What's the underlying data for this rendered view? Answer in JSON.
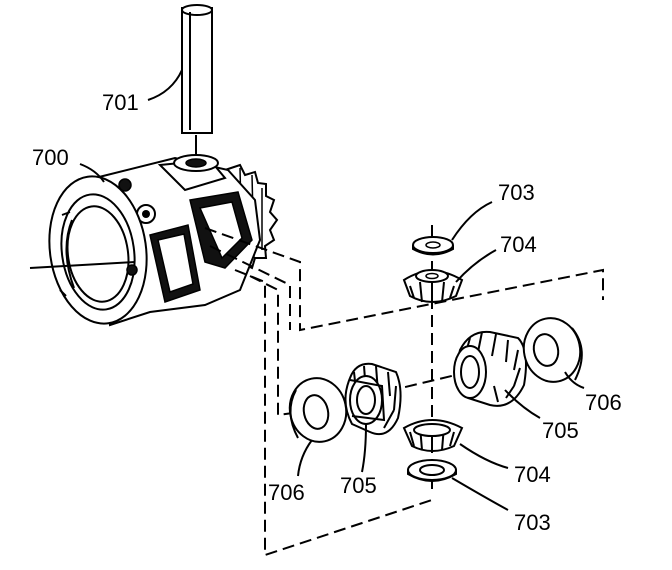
{
  "callouts": {
    "c700": "700",
    "c701": "701",
    "c703_top": "703",
    "c704_top": "704",
    "c706_right": "706",
    "c705_right": "705",
    "c704_bottom": "704",
    "c703_bottom": "703",
    "c706_left": "706",
    "c705_left": "705"
  }
}
